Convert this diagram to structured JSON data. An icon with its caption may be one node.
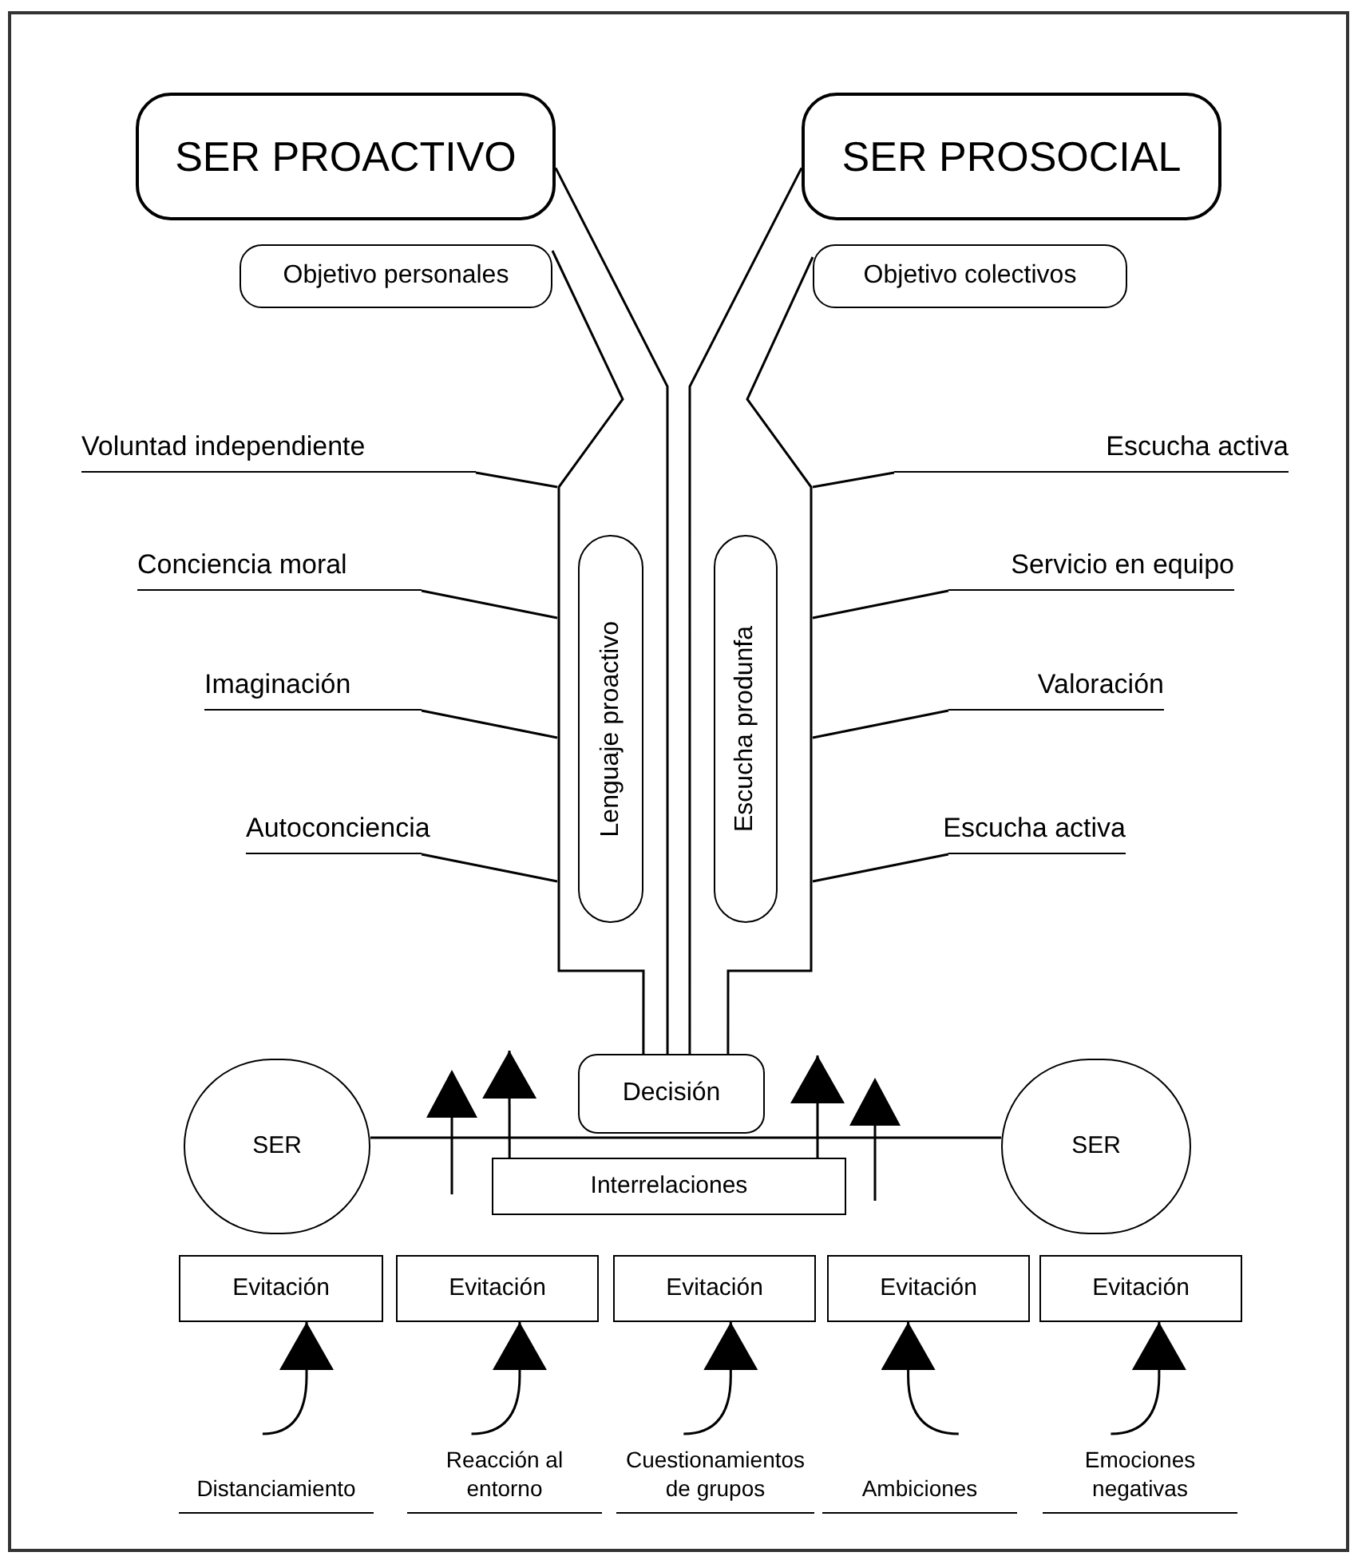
{
  "diagram": {
    "nodes": [
      {
        "text": [
          "SER PROACTIVO"
        ]
      },
      {
        "text": [
          "SER PROSOCIAL"
        ]
      },
      {
        "text": [
          "Objetivo personales"
        ]
      },
      {
        "text": [
          "Objetivo colectivos"
        ]
      },
      {
        "text": [
          "Voluntad independiente"
        ]
      },
      {
        "text": [
          "Escucha activa"
        ]
      },
      {
        "text": [
          "Conciencia moral"
        ]
      },
      {
        "text": [
          "Servicio en equipo"
        ]
      },
      {
        "text": [
          "Imaginación"
        ]
      },
      {
        "text": [
          "Valoración"
        ]
      },
      {
        "text": [
          "Autoconciencia"
        ]
      },
      {
        "text": [
          "Escucha activa"
        ]
      },
      {
        "text": [
          "Lenguaje proactivo"
        ]
      },
      {
        "text": [
          "Escucha produnfa"
        ]
      },
      {
        "text": [
          "Decisión"
        ]
      },
      {
        "text": [
          "SER"
        ]
      },
      {
        "text": [
          "Interrelaciones"
        ]
      },
      {
        "text": [
          "SER"
        ]
      },
      {
        "text": [
          "Evitación"
        ]
      },
      {
        "text": [
          "Evitación"
        ]
      },
      {
        "text": [
          "Evitación"
        ]
      },
      {
        "text": [
          "Evitación"
        ]
      },
      {
        "text": [
          "Evitación"
        ]
      },
      {
        "text": [
          "Distanciamiento"
        ]
      },
      {
        "text": [
          "Reacción al entorno"
        ]
      },
      {
        "text": [
          "Cuestionamientos de grupos"
        ]
      },
      {
        "text": [
          "Ambiciones"
        ]
      },
      {
        "text": [
          "Emociones negativas"
        ]
      }
    ],
    "edges": [
      {
        "from": 0,
        "to": 14,
        "arrow": "none"
      },
      {
        "from": 2,
        "to": 14,
        "arrow": "none"
      },
      {
        "from": 1,
        "to": 14,
        "arrow": "none"
      },
      {
        "from": 3,
        "to": 14,
        "arrow": "none"
      },
      {
        "from": 4,
        "to": null,
        "arrow": "none"
      },
      {
        "from": 5,
        "to": null,
        "arrow": "none"
      },
      {
        "from": 6,
        "to": null,
        "arrow": "none"
      },
      {
        "from": 7,
        "to": null,
        "arrow": "none"
      },
      {
        "from": 8,
        "to": null,
        "arrow": "none"
      },
      {
        "from": 9,
        "to": null,
        "arrow": "none"
      },
      {
        "from": 10,
        "to": null,
        "arrow": "none"
      },
      {
        "from": 11,
        "to": null,
        "arrow": "none"
      },
      {
        "from": 15,
        "to": 17,
        "arrow": "none"
      },
      {
        "from": 16,
        "to": null,
        "arrow": "to"
      },
      {
        "from": 16,
        "to": null,
        "arrow": "to"
      },
      {
        "from": 23,
        "to": 18,
        "arrow": "to"
      },
      {
        "from": 24,
        "to": 19,
        "arrow": "to"
      },
      {
        "from": 25,
        "to": 20,
        "arrow": "to"
      },
      {
        "from": 26,
        "to": 21,
        "arrow": "to"
      },
      {
        "from": 27,
        "to": 22,
        "arrow": "to"
      }
    ]
  }
}
